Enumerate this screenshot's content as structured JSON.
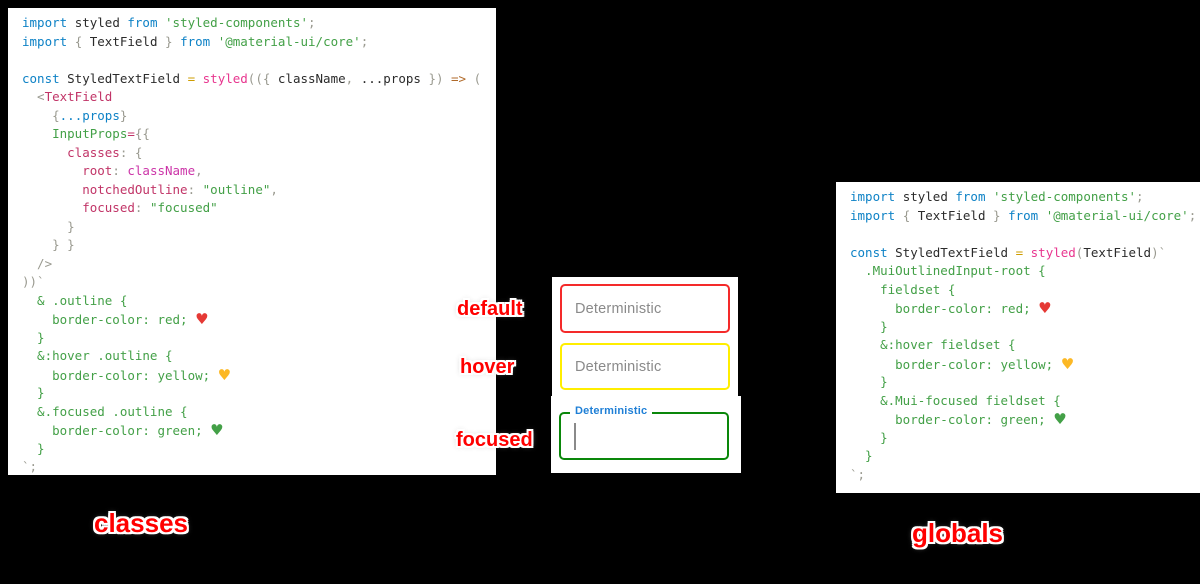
{
  "colors": {
    "background": "#000000",
    "code_bg": "#ffffff",
    "keyword_blue": "#0e82c6",
    "string_green": "#43a047",
    "function_pink": "#e8368f",
    "property_crimson": "#c13467",
    "label_red": "#ff0000",
    "default_border": "#f42a2a",
    "hover_border": "#ffee00",
    "focused_border": "#0a870a",
    "focused_label_blue": "#1e7fd6",
    "heart_red": "#e53935",
    "heart_yellow": "#fcb825",
    "heart_green": "#43a047"
  },
  "left_code": {
    "lines": [
      [
        [
          "kw",
          "import "
        ],
        [
          "id",
          "styled "
        ],
        [
          "kw",
          "from "
        ],
        [
          "str",
          "'styled-components'"
        ],
        [
          "pun",
          ";"
        ]
      ],
      [
        [
          "kw",
          "import "
        ],
        [
          "pun",
          "{ "
        ],
        [
          "id",
          "TextField "
        ],
        [
          "pun",
          "} "
        ],
        [
          "kw",
          "from "
        ],
        [
          "str",
          "'@material-ui/core'"
        ],
        [
          "pun",
          ";"
        ]
      ],
      [],
      [
        [
          "kw",
          "const "
        ],
        [
          "id",
          "StyledTextField "
        ],
        [
          "eq",
          "= "
        ],
        [
          "fn",
          "styled"
        ],
        [
          "pun",
          "(({ "
        ],
        [
          "id",
          "className"
        ],
        [
          "pun",
          ", "
        ],
        [
          "id",
          "...props"
        ],
        [
          "pun",
          " }) "
        ],
        [
          "arrow",
          "=> "
        ],
        [
          "pun",
          "("
        ]
      ],
      [
        [
          "pun",
          "  <"
        ],
        [
          "prop",
          "TextField"
        ]
      ],
      [
        [
          "pun",
          "    {"
        ],
        [
          "kw",
          "...props"
        ],
        [
          "pun",
          "}"
        ]
      ],
      [
        [
          "grn",
          "    InputProps"
        ],
        [
          "prop",
          "="
        ],
        [
          "pun",
          "{{"
        ]
      ],
      [
        [
          "prop",
          "      classes"
        ],
        [
          "pun",
          ": {"
        ]
      ],
      [
        [
          "prop",
          "        root"
        ],
        [
          "pun",
          ": "
        ],
        [
          "var",
          "className"
        ],
        [
          "pun",
          ","
        ]
      ],
      [
        [
          "prop",
          "        notchedOutline"
        ],
        [
          "pun",
          ": "
        ],
        [
          "str",
          "\"outline\""
        ],
        [
          "pun",
          ","
        ]
      ],
      [
        [
          "prop",
          "        focused"
        ],
        [
          "pun",
          ": "
        ],
        [
          "str",
          "\"focused\""
        ]
      ],
      [
        [
          "pun",
          "      }"
        ]
      ],
      [
        [
          "pun",
          "    } }"
        ]
      ],
      [
        [
          "pun",
          "  />"
        ]
      ],
      [
        [
          "pun",
          "))`"
        ]
      ],
      [
        [
          "grn",
          "  & .outline {"
        ]
      ],
      [
        [
          "grn",
          "    border-color: red; "
        ],
        [
          "hr",
          "♥"
        ]
      ],
      [
        [
          "grn",
          "  }"
        ]
      ],
      [
        [
          "grn",
          "  &:hover .outline {"
        ]
      ],
      [
        [
          "grn",
          "    border-color: yellow; "
        ],
        [
          "hy",
          "♥"
        ]
      ],
      [
        [
          "grn",
          "  }"
        ]
      ],
      [
        [
          "grn",
          "  &.focused .outline {"
        ]
      ],
      [
        [
          "grn",
          "    border-color: green; "
        ],
        [
          "hg",
          "♥"
        ]
      ],
      [
        [
          "grn",
          "  }"
        ]
      ],
      [
        [
          "pun",
          "`;"
        ]
      ]
    ]
  },
  "right_code": {
    "lines": [
      [
        [
          "kw",
          "import "
        ],
        [
          "id",
          "styled "
        ],
        [
          "kw",
          "from "
        ],
        [
          "str",
          "'styled-components'"
        ],
        [
          "pun",
          ";"
        ]
      ],
      [
        [
          "kw",
          "import "
        ],
        [
          "pun",
          "{ "
        ],
        [
          "id",
          "TextField "
        ],
        [
          "pun",
          "} "
        ],
        [
          "kw",
          "from "
        ],
        [
          "str",
          "'@material-ui/core'"
        ],
        [
          "pun",
          ";"
        ]
      ],
      [],
      [
        [
          "kw",
          "const "
        ],
        [
          "id",
          "StyledTextField "
        ],
        [
          "eq",
          "= "
        ],
        [
          "fn",
          "styled"
        ],
        [
          "pun",
          "("
        ],
        [
          "id",
          "TextField"
        ],
        [
          "pun",
          ")`"
        ]
      ],
      [
        [
          "grn",
          "  .MuiOutlinedInput-root {"
        ]
      ],
      [
        [
          "grn",
          "    fieldset {"
        ]
      ],
      [
        [
          "grn",
          "      border-color: red; "
        ],
        [
          "hr",
          "♥"
        ]
      ],
      [
        [
          "grn",
          "    }"
        ]
      ],
      [
        [
          "grn",
          "    &:hover fieldset {"
        ]
      ],
      [
        [
          "grn",
          "      border-color: yellow; "
        ],
        [
          "hy",
          "♥"
        ]
      ],
      [
        [
          "grn",
          "    }"
        ]
      ],
      [
        [
          "grn",
          "    &.Mui-focused fieldset {"
        ]
      ],
      [
        [
          "grn",
          "      border-color: green; "
        ],
        [
          "hg",
          "♥"
        ]
      ],
      [
        [
          "grn",
          "    }"
        ]
      ],
      [
        [
          "grn",
          "  }"
        ]
      ],
      [
        [
          "pun",
          "`;"
        ]
      ]
    ]
  },
  "middle": {
    "fields": [
      {
        "state_label": "default",
        "placeholder": "Deterministic"
      },
      {
        "state_label": "hover",
        "placeholder": "Deterministic"
      },
      {
        "state_label": "focused",
        "label": "Deterministic",
        "value": ""
      }
    ]
  },
  "captions": {
    "left": "classes",
    "right": "globals"
  }
}
